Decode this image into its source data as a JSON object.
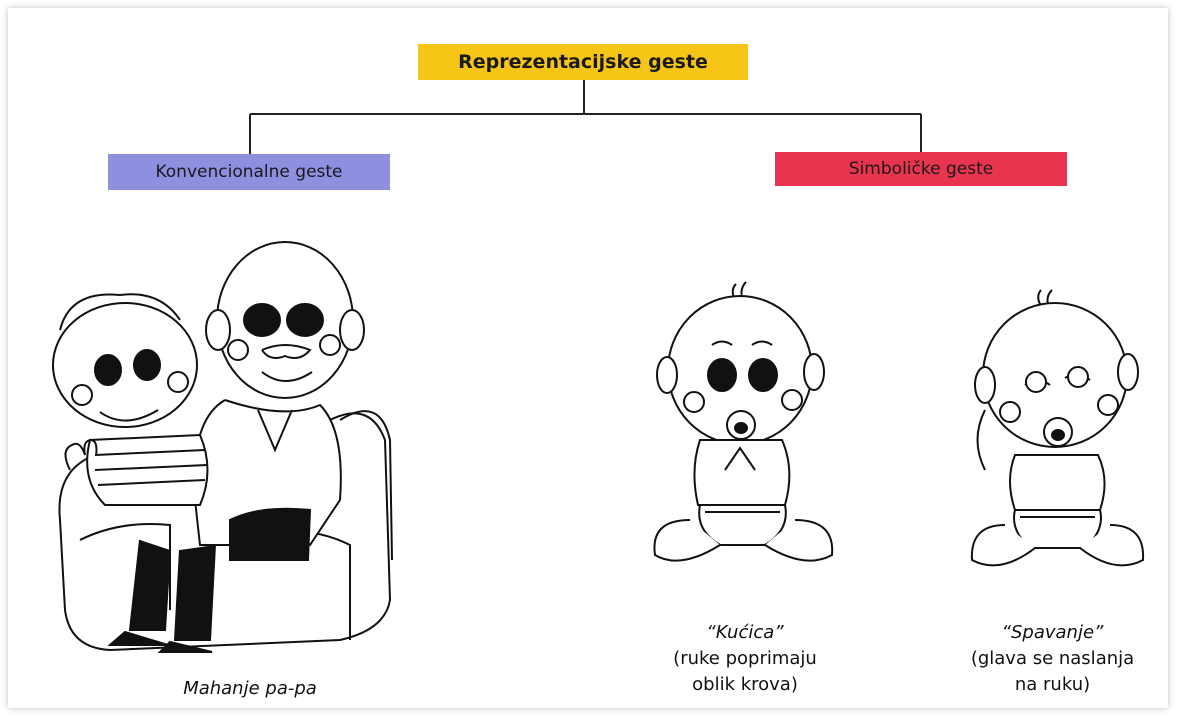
{
  "diagram": {
    "root": {
      "label": "Reprezentacijske geste",
      "color": "#f7c515"
    },
    "branches": [
      {
        "label": "Konvencionalne geste",
        "color": "#8f8fe0"
      },
      {
        "label": "Simboličke geste",
        "color": "#e8344f"
      }
    ],
    "captions": {
      "waving": {
        "title": "Mahanje pa-pa"
      },
      "house": {
        "title": "“Kućica”",
        "line1": "(ruke poprimaju",
        "line2": "oblik krova)"
      },
      "sleeping": {
        "title": "“Spavanje”",
        "line1": "(glava se naslanja",
        "line2": "na ruku)"
      }
    }
  }
}
